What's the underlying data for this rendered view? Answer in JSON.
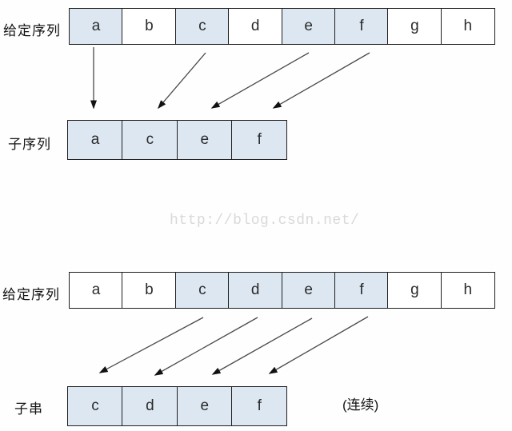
{
  "watermark": "http://blog.csdn.net/",
  "top": {
    "source_label": "给定序列",
    "source_cells": [
      {
        "letter": "a",
        "highlighted": true
      },
      {
        "letter": "b",
        "highlighted": false
      },
      {
        "letter": "c",
        "highlighted": true
      },
      {
        "letter": "d",
        "highlighted": false
      },
      {
        "letter": "e",
        "highlighted": true
      },
      {
        "letter": "f",
        "highlighted": true
      },
      {
        "letter": "g",
        "highlighted": false
      },
      {
        "letter": "h",
        "highlighted": false
      }
    ],
    "result_label": "子序列",
    "result_cells": [
      {
        "letter": "a",
        "highlighted": true
      },
      {
        "letter": "c",
        "highlighted": true
      },
      {
        "letter": "e",
        "highlighted": true
      },
      {
        "letter": "f",
        "highlighted": true
      }
    ]
  },
  "bottom": {
    "source_label": "给定序列",
    "source_cells": [
      {
        "letter": "a",
        "highlighted": false
      },
      {
        "letter": "b",
        "highlighted": false
      },
      {
        "letter": "c",
        "highlighted": true
      },
      {
        "letter": "d",
        "highlighted": true
      },
      {
        "letter": "e",
        "highlighted": true
      },
      {
        "letter": "f",
        "highlighted": true
      },
      {
        "letter": "g",
        "highlighted": false
      },
      {
        "letter": "h",
        "highlighted": false
      }
    ],
    "result_label": "子串",
    "result_cells": [
      {
        "letter": "c",
        "highlighted": true
      },
      {
        "letter": "d",
        "highlighted": true
      },
      {
        "letter": "e",
        "highlighted": true
      },
      {
        "letter": "f",
        "highlighted": true
      }
    ],
    "note": "(连续)"
  },
  "colors": {
    "highlight_fill": "#dce7f2",
    "cell_border": "#1f1f1f",
    "arrow_line": "#4a4a4a",
    "arrow_head": "#111111",
    "watermark_color": "#dbd8d8"
  }
}
